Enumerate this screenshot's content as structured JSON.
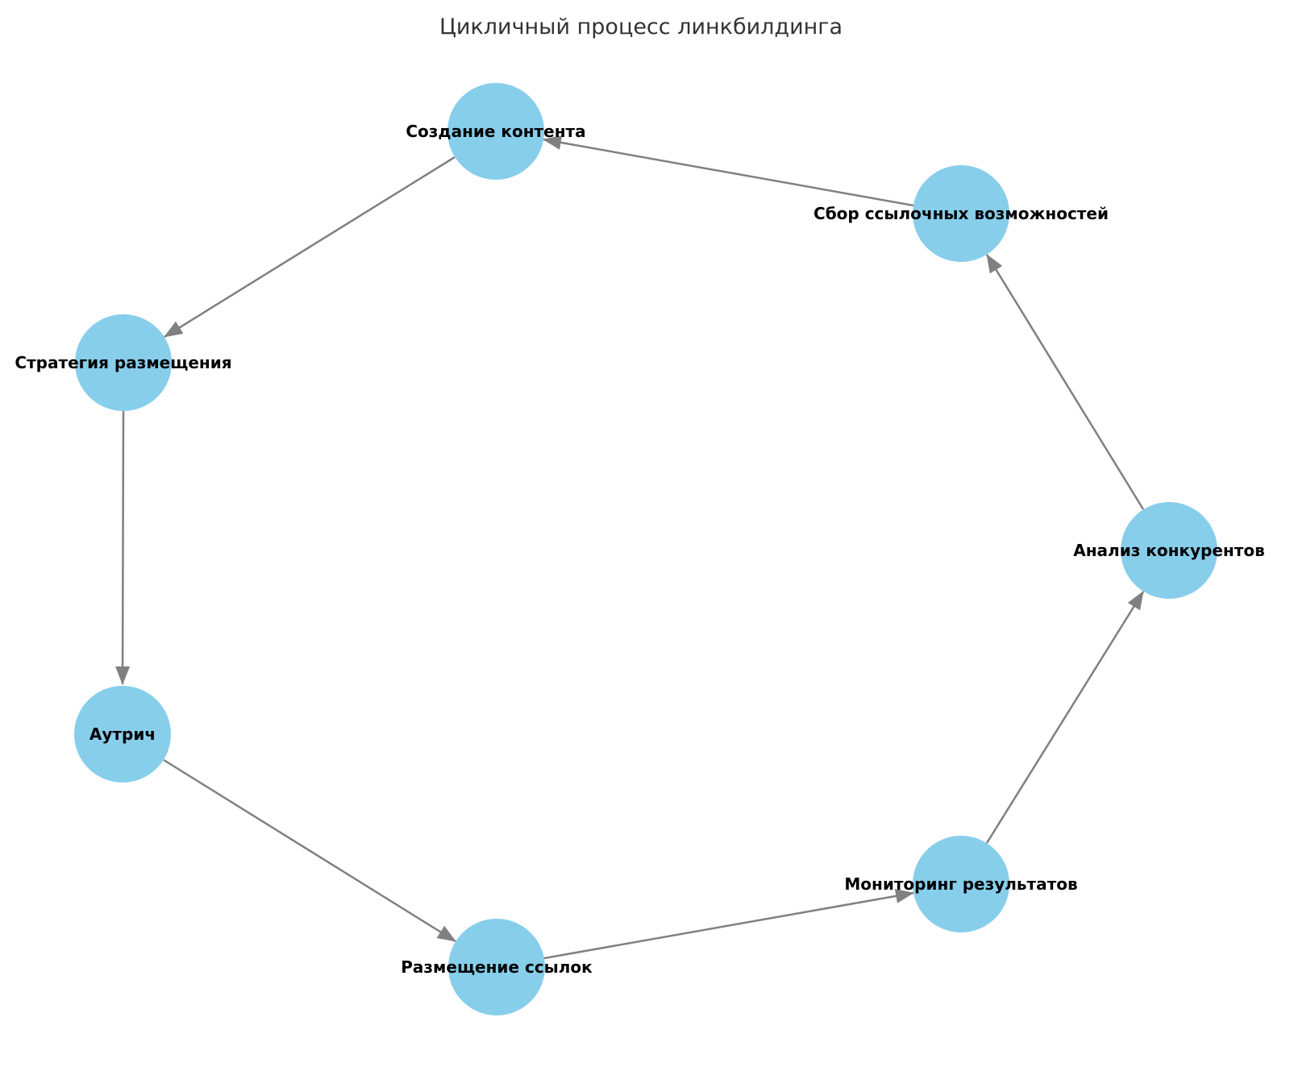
{
  "title": "Цикличный процесс линкбилдинга",
  "colors": {
    "background": "#ffffff",
    "node_fill": "#87ceeb",
    "edge": "#808080",
    "node_label": "#000000",
    "title_text": "#333333"
  },
  "diagram": {
    "type": "directed-cyclic-graph",
    "node_count": 7,
    "nodes": [
      {
        "label": "Создание контента"
      },
      {
        "label": "Стратегия размещения"
      },
      {
        "label": "Аутрич"
      },
      {
        "label": "Размещение ссылок"
      },
      {
        "label": "Мониторинг результатов"
      },
      {
        "label": "Анализ конкурентов"
      },
      {
        "label": "Сбор ссылочных возможностей"
      }
    ],
    "edges": [
      {
        "from": "Создание контента",
        "to": "Стратегия размещения"
      },
      {
        "from": "Стратегия размещения",
        "to": "Аутрич"
      },
      {
        "from": "Аутрич",
        "to": "Размещение ссылок"
      },
      {
        "from": "Размещение ссылок",
        "to": "Мониторинг результатов"
      },
      {
        "from": "Мониторинг результатов",
        "to": "Анализ конкурентов"
      },
      {
        "from": "Анализ конкурентов",
        "to": "Сбор ссылочных возможностей"
      },
      {
        "from": "Сбор ссылочных возможностей",
        "to": "Создание контента"
      }
    ]
  }
}
